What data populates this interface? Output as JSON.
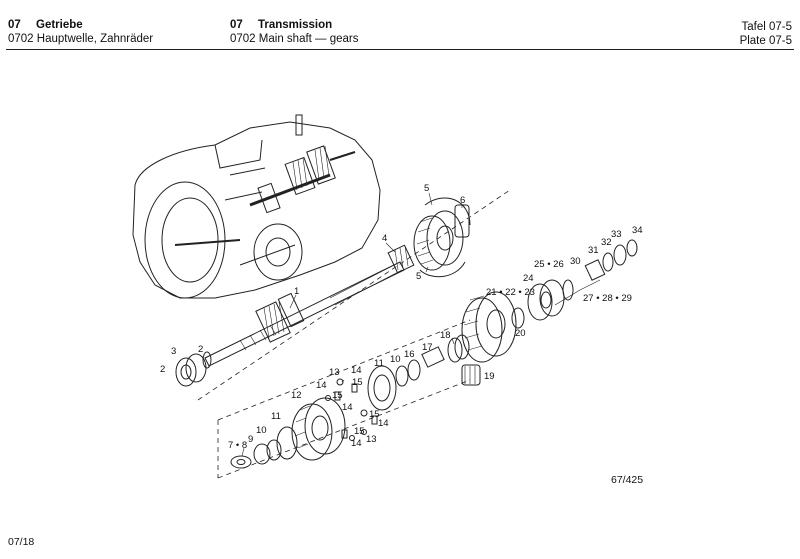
{
  "header": {
    "left": {
      "num": "07",
      "title": "Getriebe",
      "sub_num": "0702",
      "sub": "Hauptwelle, Zahnräder"
    },
    "mid": {
      "num": "07",
      "title": "Transmission",
      "sub_num": "0702",
      "sub": "Main shaft — gears"
    },
    "right": {
      "line1": "Tafel 07-5",
      "line2": "Plate 07-5"
    }
  },
  "callouts": {
    "c1": "1",
    "c2": "2",
    "c3": "3",
    "c2b": "2",
    "c4": "4",
    "c5a": "5",
    "c5b": "5",
    "c6": "6",
    "c7_8": "7 • 8",
    "c9": "9",
    "c10a": "10",
    "c10b": "10",
    "c11a": "11",
    "c11b": "11",
    "c12": "12",
    "c13a": "13",
    "c13b": "13",
    "c14a": "14",
    "c14b": "14",
    "c14c": "14",
    "c14d": "14",
    "c14e": "14",
    "c15a": "15",
    "c15b": "15",
    "c15c": "15",
    "c15d": "15",
    "c16": "16",
    "c17": "17",
    "c18": "18",
    "c19": "19",
    "c20": "20",
    "c21_23": "21 • 22 • 23",
    "c24": "24",
    "c25_26": "25 • 26",
    "c27_29": "27 • 28 • 29",
    "c30": "30",
    "c31": "31",
    "c32": "32",
    "c33": "33",
    "c34": "34"
  },
  "footer": {
    "ref": "67/425",
    "page": "07/18"
  }
}
